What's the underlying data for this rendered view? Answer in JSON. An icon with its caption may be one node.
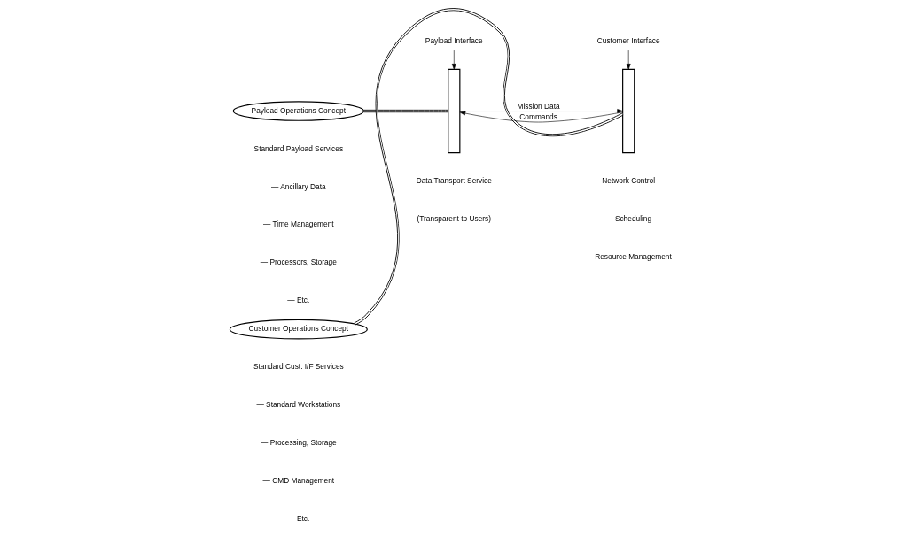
{
  "diagram": {
    "nodes": [
      {
        "text": [
          "Payload Operations Concept"
        ]
      },
      {
        "text": [
          "Payload Interface"
        ]
      },
      {
        "text": [],
        "shape": "bar"
      },
      {
        "text": [
          "Customer Interface"
        ]
      },
      {
        "text": [],
        "shape": "bar"
      },
      {
        "text": [
          "Customer Operations Concept"
        ]
      }
    ],
    "edges": [
      {
        "from": 0,
        "to": 2,
        "arrow": "none"
      },
      {
        "from": 1,
        "to": 2,
        "arrow": "to"
      },
      {
        "from": 3,
        "to": 4,
        "arrow": "to"
      },
      {
        "from": 2,
        "to": 4,
        "arrow": "to",
        "label": "Mission Data"
      },
      {
        "from": 4,
        "to": 2,
        "arrow": "to",
        "label": "Commands"
      },
      {
        "from": 5,
        "to": 4,
        "arrow": "none"
      }
    ],
    "labels": [
      "Standard Payload Services",
      "— Ancillary Data",
      "— Time Management",
      "— Processors, Storage",
      "— Etc.",
      "Data Transport Service",
      "(Transparent to Users)",
      "Standard Cust. I/F Services",
      "— Standard Workstations",
      "— Processing, Storage",
      "— CMD Management",
      "— Etc.",
      "Network Control",
      "— Scheduling",
      "— Resource Management"
    ]
  }
}
